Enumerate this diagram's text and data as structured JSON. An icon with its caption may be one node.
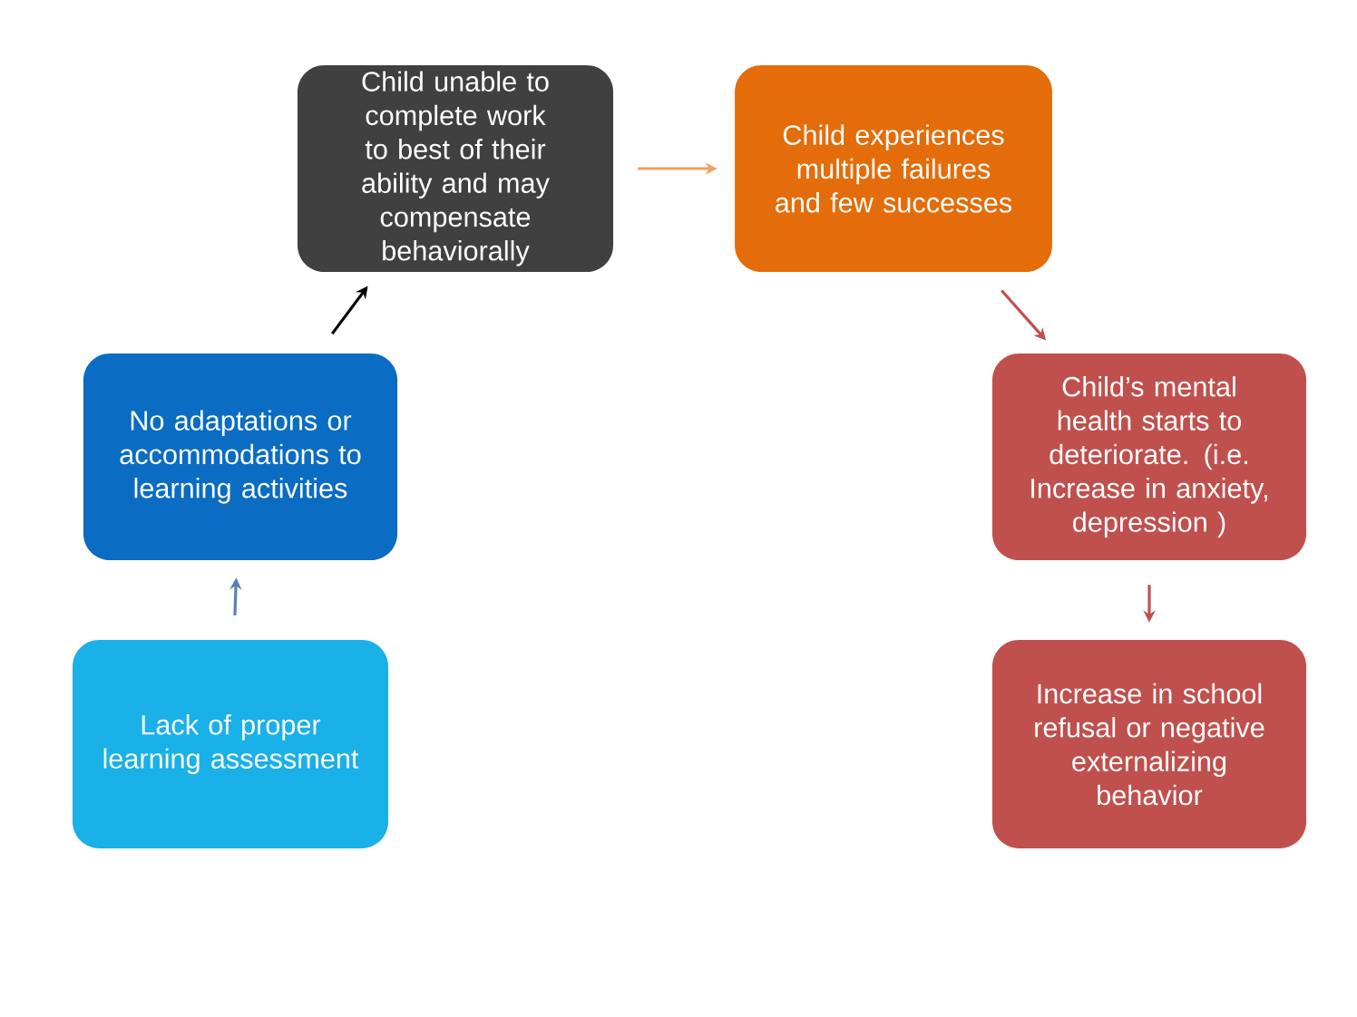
{
  "diagram": {
    "nodes": [
      {
        "text": [
          "Lack of proper learning assessment"
        ]
      },
      {
        "text": [
          "No adaptations or accommodations to learning activities"
        ]
      },
      {
        "text": [
          "Child unable to complete work to best of their ability and may compensate behaviorally"
        ]
      },
      {
        "text": [
          "Child experiences multiple failures and few successes"
        ]
      },
      {
        "text": [
          "Child’s mental health starts to deteriorate. (i.e. Increase in anxiety, depression )"
        ]
      },
      {
        "text": [
          "Increase in school refusal or negative externalizing behavior"
        ]
      }
    ],
    "edges": [
      {
        "from": 0,
        "to": 1,
        "arrow": "to",
        "color": "#5b7fb5"
      },
      {
        "from": 1,
        "to": 2,
        "arrow": "to",
        "color": "#000000"
      },
      {
        "from": 2,
        "to": 3,
        "arrow": "to",
        "color": "#f0a060"
      },
      {
        "from": 3,
        "to": 4,
        "arrow": "to",
        "color": "#c0504d"
      },
      {
        "from": 4,
        "to": 5,
        "arrow": "to",
        "color": "#c0504d"
      }
    ]
  }
}
